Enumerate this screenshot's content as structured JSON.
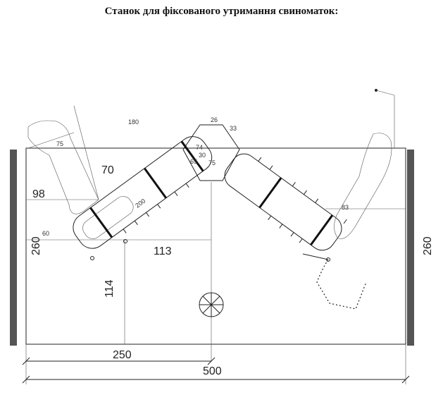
{
  "title": "Станок для фіксованого утримання свиноматок:",
  "dimensions": {
    "d180": "180",
    "d75": "75",
    "d70": "70",
    "d98": "98",
    "d60": "60",
    "d260_left": "260",
    "d113": "113",
    "d114": "114",
    "d200": "200",
    "d26": "26",
    "d33": "33",
    "d74": "74",
    "d30": "30",
    "d65": "65",
    "d75_center": "75",
    "d83": "83",
    "d260_right": "260",
    "d250": "250",
    "d500": "500"
  }
}
